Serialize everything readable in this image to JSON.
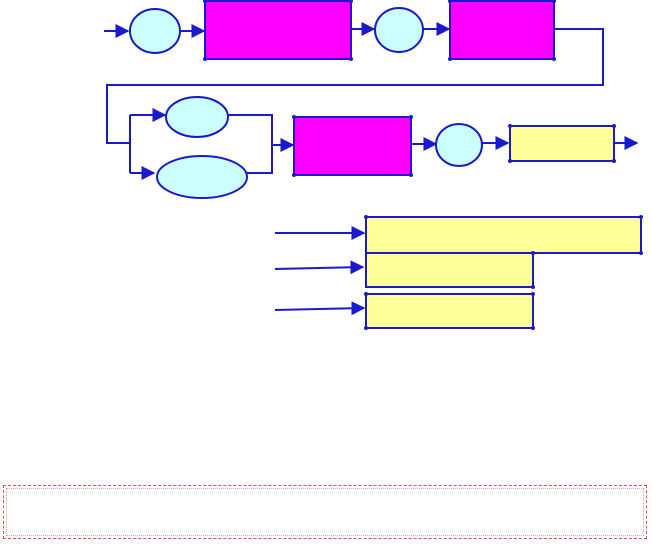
{
  "colors": {
    "line": "#1a1acc",
    "node_fill": "#ccffff",
    "process_fill": "#ff00ff",
    "output_fill": "#ffff99",
    "frame_border": "#e05050"
  },
  "flowchart": {
    "row1": [
      "input-arrow",
      "circle-node",
      "magenta-box",
      "circle-node",
      "magenta-box"
    ],
    "row2": [
      "branch-ellipse-upper",
      "branch-ellipse-lower",
      "magenta-box",
      "circle-node",
      "yellow-box",
      "output-arrow"
    ]
  },
  "legend": {
    "bars": [
      {
        "name": "legend-bar-1",
        "fill": "#ffff99"
      },
      {
        "name": "legend-bar-2",
        "fill": "#ffff99"
      },
      {
        "name": "legend-bar-3",
        "fill": "#ffff99"
      }
    ]
  },
  "footer": {
    "text": ""
  }
}
